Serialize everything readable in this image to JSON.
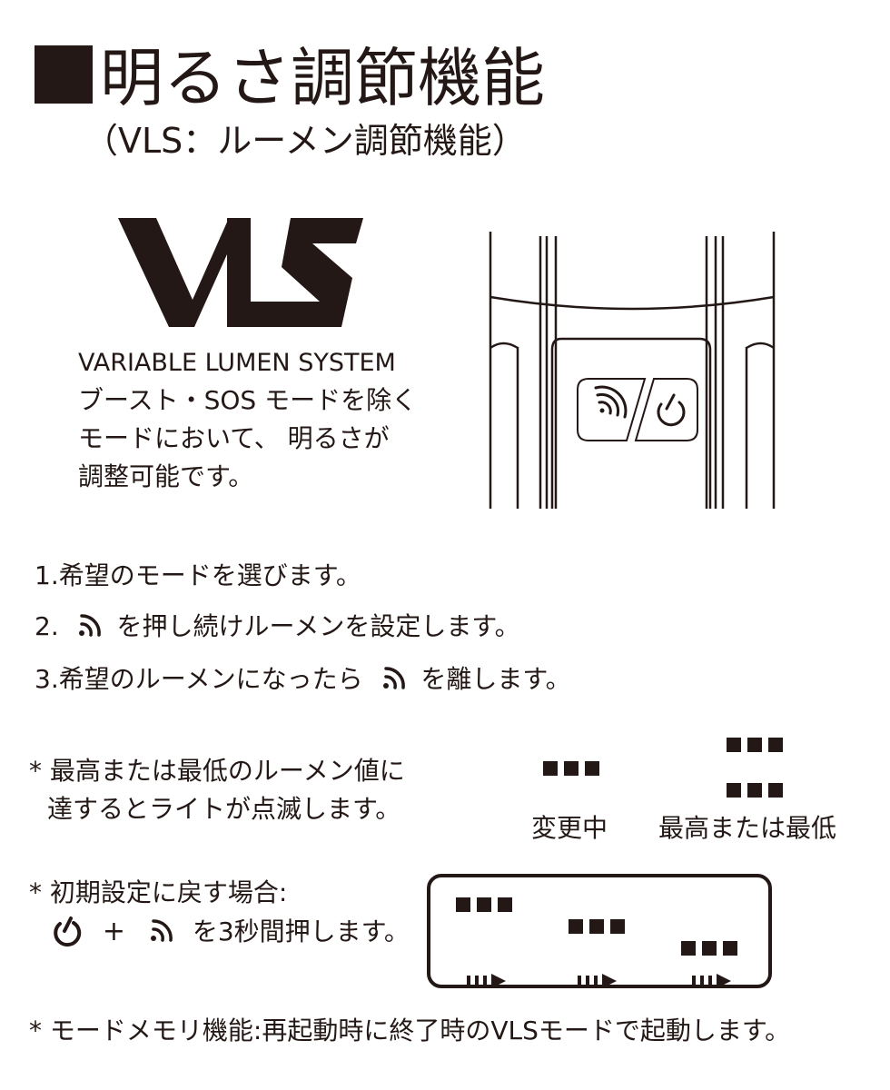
{
  "header": {
    "title": "明るさ調節機能",
    "subtitle": "（VLS：ルーメン調節機能）"
  },
  "vls": {
    "logo_text": "VLS",
    "caption": "VARIABLE LUMEN SYSTEM",
    "description_lines": [
      "ブースト・SOS モードを除く",
      "モードにおいて、 明るさが",
      "調整可能です。"
    ]
  },
  "steps": {
    "step1": "1.希望のモードを選びます。",
    "step2_prefix": "2.",
    "step2_suffix": "を押し続けルーメンを設定します。",
    "step3_prefix": "3.希望のルーメンになったら",
    "step3_suffix": "を離します。"
  },
  "notes": {
    "limit_line1": "* 最高または最低のルーメン値に",
    "limit_line2": "達するとライトが点滅します。",
    "label_changing": "変更中",
    "label_max_min": "最高または最低",
    "reset_line1": "* 初期設定に戻す場合:",
    "reset_plus": "+",
    "reset_suffix": "を3秒間押します。",
    "memory": "* モードメモリ機能:再起動時に終了時のVLSモードで起動します。"
  },
  "icons": {
    "mode_button": "mode-signal-icon",
    "power_button": "power-icon"
  },
  "colors": {
    "ink": "#231815",
    "background": "#ffffff"
  }
}
